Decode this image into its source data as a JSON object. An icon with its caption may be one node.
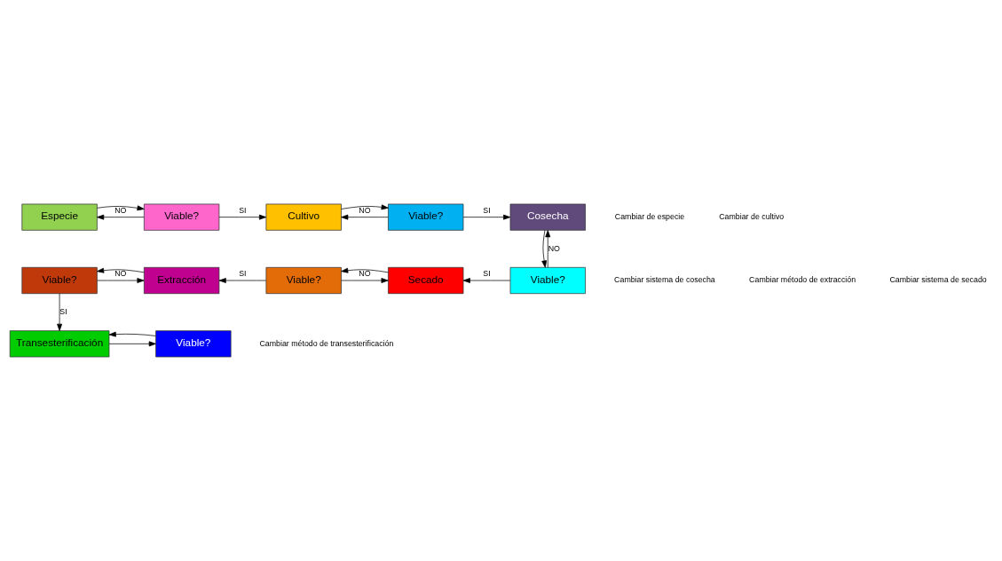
{
  "diagram": {
    "nodes": [
      {
        "text": [
          "Especie"
        ]
      },
      {
        "text": [
          "Viable?"
        ]
      },
      {
        "text": [
          "Cultivo"
        ]
      },
      {
        "text": [
          "Viable?"
        ]
      },
      {
        "text": [
          "Cosecha"
        ]
      },
      {
        "text": [
          "Viable?"
        ]
      },
      {
        "text": [
          "Secado"
        ]
      },
      {
        "text": [
          "Viable?"
        ]
      },
      {
        "text": [
          "Extracción"
        ]
      },
      {
        "text": [
          "Viable?"
        ]
      },
      {
        "text": [
          "Transesterificación"
        ]
      },
      {
        "text": [
          "Viable?"
        ]
      }
    ],
    "edges": [
      {
        "from": 0,
        "to": 1,
        "arrow": "to"
      },
      {
        "from": 1,
        "to": 0,
        "arrow": "to",
        "label": "NO"
      },
      {
        "from": 1,
        "to": 2,
        "arrow": "to",
        "label": "SI"
      },
      {
        "from": 2,
        "to": 3,
        "arrow": "to"
      },
      {
        "from": 3,
        "to": 2,
        "arrow": "to",
        "label": "NO"
      },
      {
        "from": 3,
        "to": 4,
        "arrow": "to",
        "label": "SI"
      },
      {
        "from": 4,
        "to": 5,
        "arrow": "to"
      },
      {
        "from": 5,
        "to": 4,
        "arrow": "to",
        "label": "NO"
      },
      {
        "from": 5,
        "to": 6,
        "arrow": "to",
        "label": "SI"
      },
      {
        "from": 6,
        "to": 7,
        "arrow": "to"
      },
      {
        "from": 7,
        "to": 6,
        "arrow": "to",
        "label": "NO"
      },
      {
        "from": 7,
        "to": 8,
        "arrow": "to",
        "label": "SI"
      },
      {
        "from": 8,
        "to": 9,
        "arrow": "to"
      },
      {
        "from": 9,
        "to": 8,
        "arrow": "to",
        "label": "NO"
      },
      {
        "from": 9,
        "to": 10,
        "arrow": "to",
        "label": "SI"
      },
      {
        "from": 10,
        "to": 11,
        "arrow": "to"
      },
      {
        "from": 11,
        "to": 10,
        "arrow": "to"
      }
    ],
    "labels": [
      "Cambiar de especie",
      "Cambiar de cultivo",
      "Cambiar sistema de cosecha",
      "Cambiar método de extracción",
      "Cambiar sistema de secado",
      "Cambiar método de transesterificación"
    ]
  }
}
